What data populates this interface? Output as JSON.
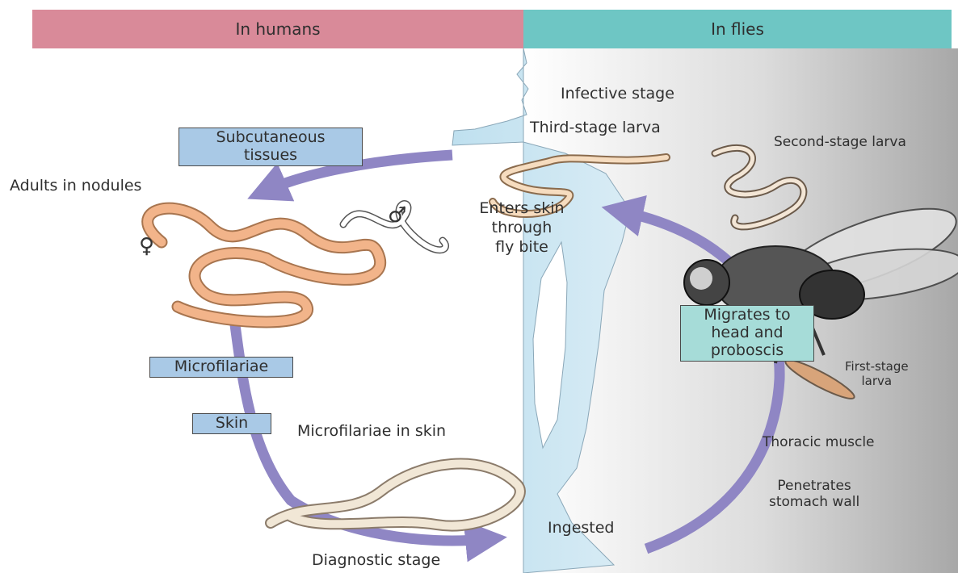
{
  "header": {
    "humans": "In humans",
    "flies": "In flies"
  },
  "labels": {
    "infective_stage": "Infective stage",
    "third_stage_larva": "Third-stage larva",
    "second_stage_larva": "Second-stage larva",
    "adults_in_nodules": "Adults in nodules",
    "enters_skin": [
      "Enters skin",
      "through",
      "fly bite"
    ],
    "microfilariae_in_skin": "Microfilariae in skin",
    "diagnostic_stage": "Diagnostic stage",
    "ingested": "Ingested",
    "thoracic_muscle": "Thoracic muscle",
    "penetrates": [
      "Penetrates",
      "stomach wall"
    ],
    "first_stage_larva": [
      "First-stage",
      "larva"
    ]
  },
  "boxes": {
    "subcutaneous": [
      "Subcutaneous",
      "tissues"
    ],
    "microfilariae": "Microfilariae",
    "skin": "Skin",
    "migrates": [
      "Migrates to",
      "head and",
      "proboscis"
    ]
  },
  "symbols": {
    "female": "♀",
    "male": "♂"
  },
  "colors": {
    "human_header": "#d98a99",
    "fly_header": "#6ec6c4",
    "arrow": "#8f86c4",
    "worm": "#f2b48a",
    "box_blue": "#a9c9e6",
    "box_teal": "#a6dcd8"
  }
}
